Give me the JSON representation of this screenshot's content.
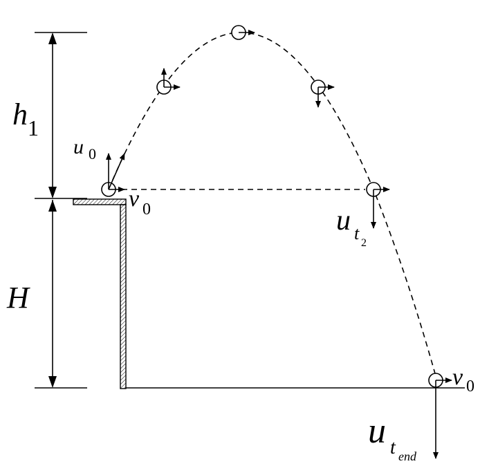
{
  "labels": {
    "h1_main": "h",
    "h1_sub": "1",
    "H": "H",
    "u0_main": "u",
    "u0_sub": "0",
    "v0_main": "v",
    "v0_sub": "0",
    "ut2_main": "u",
    "ut2_sub": "t",
    "ut2_subsub": "2",
    "v0_end_main": "v",
    "v0_end_sub": "0",
    "utend_main": "u",
    "utend_sub": "t",
    "utend_subsub": "end"
  }
}
